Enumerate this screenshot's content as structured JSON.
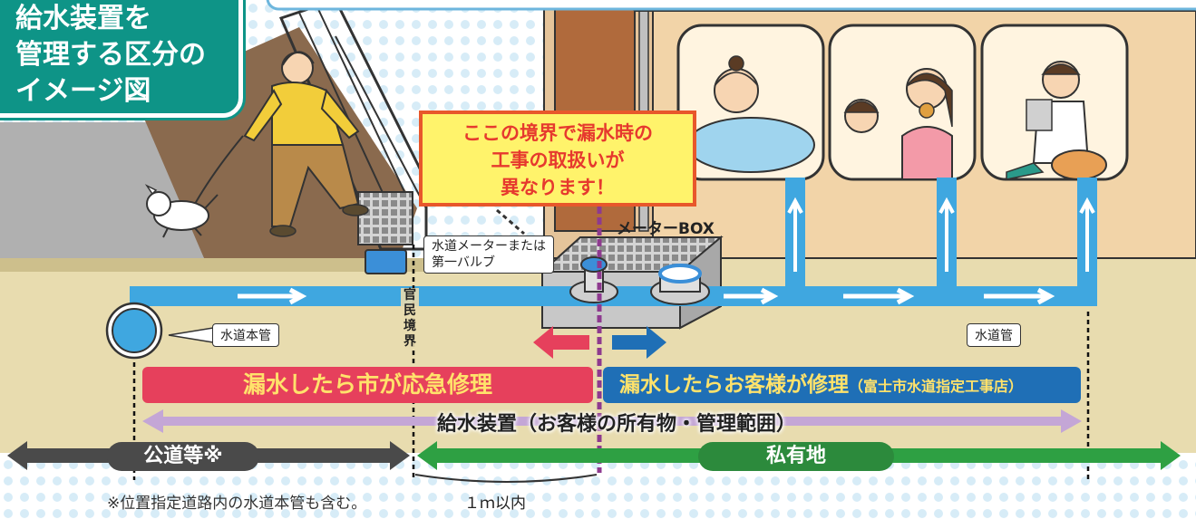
{
  "title": {
    "lines": [
      "給水装置を",
      "管理する区分の",
      "イメージ図"
    ]
  },
  "callout": {
    "lines": [
      "ここの境界で漏水時の",
      "工事の取扱いが",
      "異なります！"
    ]
  },
  "labels": {
    "meter_box": "メーターBOX",
    "meter_valve": [
      "水道メーターまたは",
      "第一バルブ"
    ],
    "main_pipe": "水道本管",
    "service_pipe": "水道管",
    "boundary_vertical": [
      "官",
      "民",
      "境",
      "界"
    ]
  },
  "bands": {
    "city_repair": "漏水したら市が応急修理",
    "customer_repair": "漏水したらお客様が修理",
    "customer_repair_note": "（富士市水道指定工事店）"
  },
  "supply_range": "給水装置（お客様の所有物・管理範囲）",
  "zones": {
    "public": "公道等※",
    "private": "私有地"
  },
  "footnote": "※位置指定道路内の水道本管も含む。",
  "distance": "１ｍ以内",
  "colors": {
    "title_teal": "#0e9487",
    "pipe_blue": "#3fa7e0",
    "city_red": "#e6405c",
    "customer_blue": "#1f6fb6",
    "highlight_yellow": "#ffe26b",
    "boundary_purple": "#8e3a8f",
    "supply_lavender": "#c4a6d6",
    "private_green": "#2ea043",
    "public_gray": "#4a4a4a",
    "ground": "#e8dcaf",
    "house_wall": "#f2d4a8"
  },
  "icons": [
    "walking-person-icon",
    "dog-icon",
    "gate-icon",
    "door-icon",
    "bath-person-icon",
    "family-donut-icon",
    "reading-person-icon",
    "water-main-icon",
    "meter-valve-icon",
    "meter-icon"
  ]
}
